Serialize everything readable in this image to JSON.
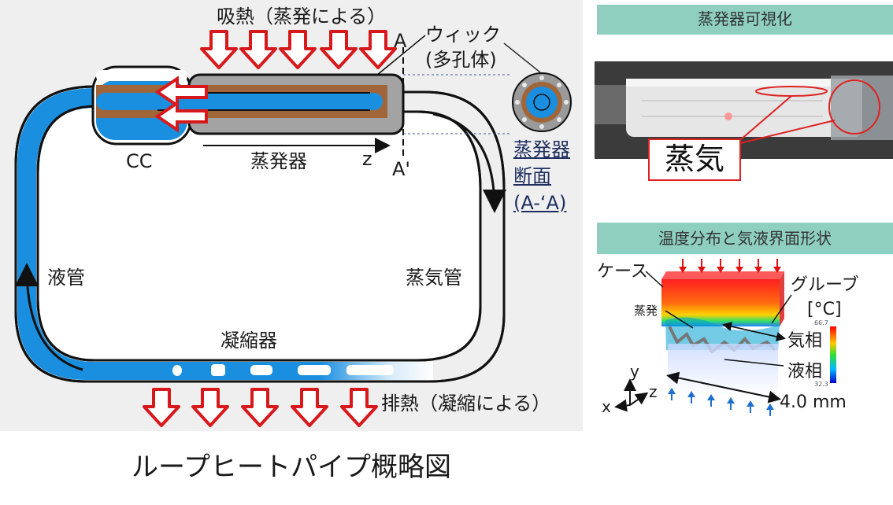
{
  "diagram": {
    "heat_absorption": "吸熱（蒸発による）",
    "wick": "ウィック",
    "porous": "(多孔体)",
    "cc": "CC",
    "evaporator": "蒸発器",
    "z_axis": "z",
    "section_a": "A",
    "section_a_prime": "A'",
    "cross_section_1": "蒸発器",
    "cross_section_2": "断面",
    "cross_section_3": "(A-‘A)",
    "liquid_line": "液管",
    "vapor_line": "蒸気管",
    "condenser": "凝縮器",
    "heat_rejection": "排熱（凝縮による）",
    "caption": "ループヒートパイプ概略図",
    "colors": {
      "arrow_red": "#d7191c",
      "liquid_blue": "#1a8fe0",
      "wick_brown": "#a0663a",
      "case_grey": "#9a9a9a"
    }
  },
  "visualization": {
    "header": "蒸発器可視化",
    "vapor_label": "蒸気"
  },
  "simulation": {
    "header": "温度分布と気液界面形状",
    "case": "ケース",
    "groove": "グルーブ",
    "unit": "[°C]",
    "evaporation": "蒸発",
    "vapor_phase": "気相",
    "liquid_phase": "液相",
    "scale_max": "66.7",
    "scale_min": "32.3",
    "length": "4.0 mm",
    "axis_x": "x",
    "axis_y": "y",
    "axis_z": "z"
  }
}
